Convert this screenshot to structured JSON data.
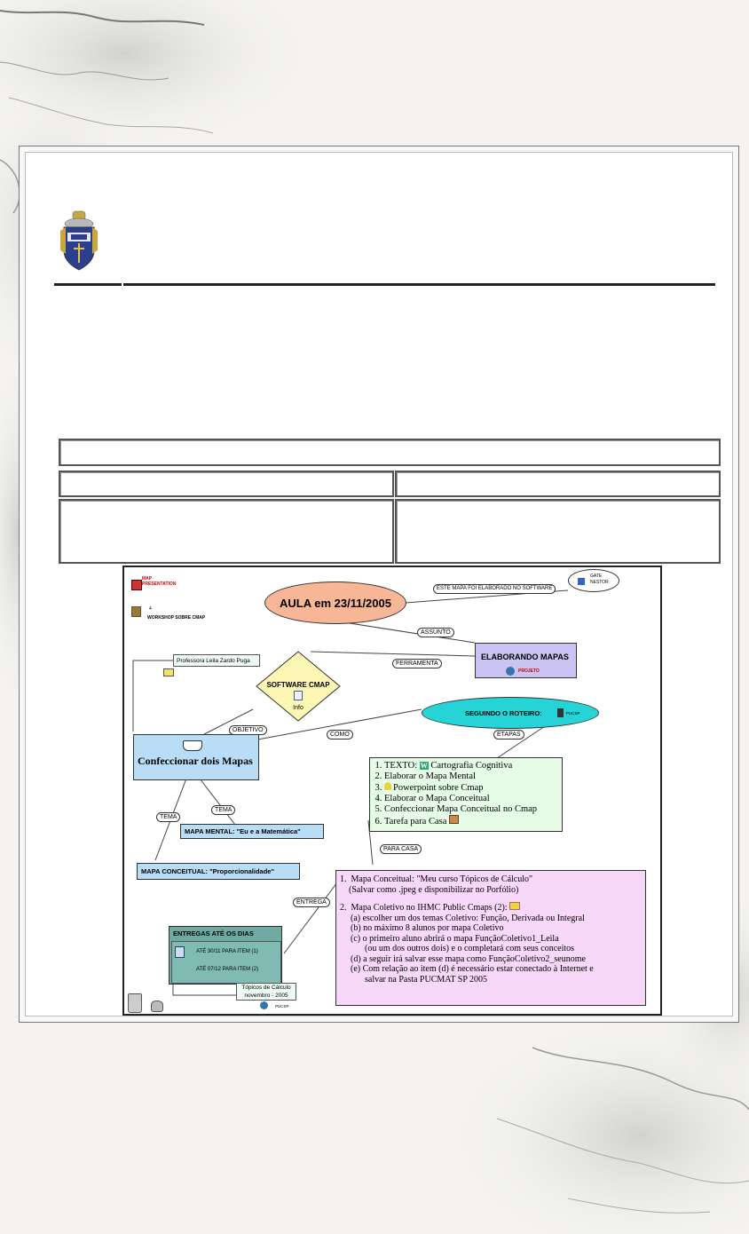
{
  "map": {
    "links": {
      "presentation": "MAP PRESENTATION",
      "workshop_num": "4",
      "workshop": "WORKSHOP SOBRE CMAP"
    },
    "main_node": "AULA em 23/11/2005",
    "top_edge": "ESTE MAPA FOI ELABORADO NO SOFTWARE",
    "gate_line1": "GATE",
    "gate_line2": "NESTOR",
    "assunto": "ASSUNTO",
    "elaborando": "ELABORANDO MAPAS",
    "projeto": "PROJETO",
    "ferramenta": "FERRAMENTA",
    "software": "SOFTWARE CMAP",
    "info": "Info",
    "professora": "Professora Leila Zardo Puga",
    "objetivo": "OBJETIVO",
    "seguindo": "SEGUINDO O ROTEIRO:",
    "pucsp1": "PUCSP",
    "como": "COMO",
    "etapas": "ETAPAS",
    "confeccionar": "Confeccionar dois Mapas",
    "steps": [
      "TEXTO:",
      "Elaborar o Mapa Mental",
      "Powerpoint sobre Cmap",
      "Elaborar o Mapa Conceitual",
      "Confeccionar Mapa Conceitual no Cmap",
      "Tarefa para Casa"
    ],
    "step1_tail": "Cartografia Cognitiva",
    "tema1": "TEMA",
    "tema2": "TEMA",
    "mapa_mental": "MAPA MENTAL: \"Eu e a Matemática\"",
    "mapa_conceitual": "MAPA CONCEITUAL: \"Proporcionalidade\"",
    "para_casa": "PARA CASA",
    "entrega": "ENTREGA",
    "entregas_title": "ENTREGAS ATÉ OS DIAS",
    "entrega1": "ATÉ 30/11 PARA ITEM (1)",
    "entrega2": "ATÉ 07/12 PARA ITEM (2)",
    "topicos1": "Tópicos de Cálculo",
    "topicos2": "novembro - 2005",
    "pucsp2": "PUCSP",
    "task1_line1": "Mapa Conceitual: \"Meu curso Tópicos de Cálculo\"",
    "task1_line2": "(Salvar como .jpeg e disponibilizar no Porfólio)",
    "task2_line1": "Mapa Coletivo no IHMC Public Cmaps (2):",
    "task2_items": [
      "(a) escolher um dos temas Coletivo: Função, Derivada ou Integral",
      "(b) no máximo 8 alunos por mapa Coletivo",
      "(c) o primeiro aluno abrirá o mapa FunçãoColetivo1_Leila",
      "(ou um dos outros dois) e o completará com seus conceitos",
      "(d) a seguir irá salvar esse mapa como FunçãoColetivo2_seunome",
      "(e) Com relação ao item (d) é necessário estar conectado à Internet e",
      "salvar na Pasta PUCMAT SP 2005"
    ]
  }
}
